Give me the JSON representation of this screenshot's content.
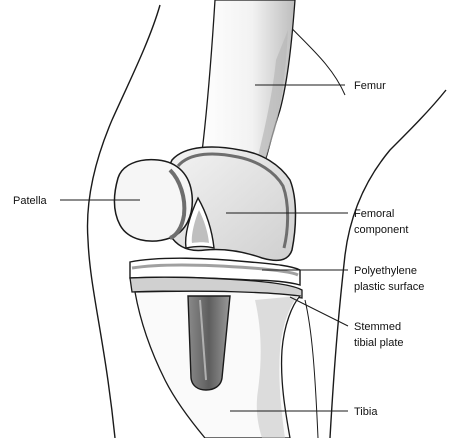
{
  "labels": {
    "femur": "Femur",
    "patella": "Patella",
    "femoral_line1": "Femoral",
    "femoral_line2": "component",
    "poly_line1": "Polyethylene",
    "poly_line2": "plastic surface",
    "stem_line1": "Stemmed",
    "stem_line2": "tibial plate",
    "tibia": "Tibia"
  },
  "colors": {
    "outline": "#1a1a1a",
    "bone_shade": "#cfcfcf",
    "implant_dark": "#6e6e6e",
    "implant_light": "#d9d9d9",
    "background": "#ffffff"
  }
}
